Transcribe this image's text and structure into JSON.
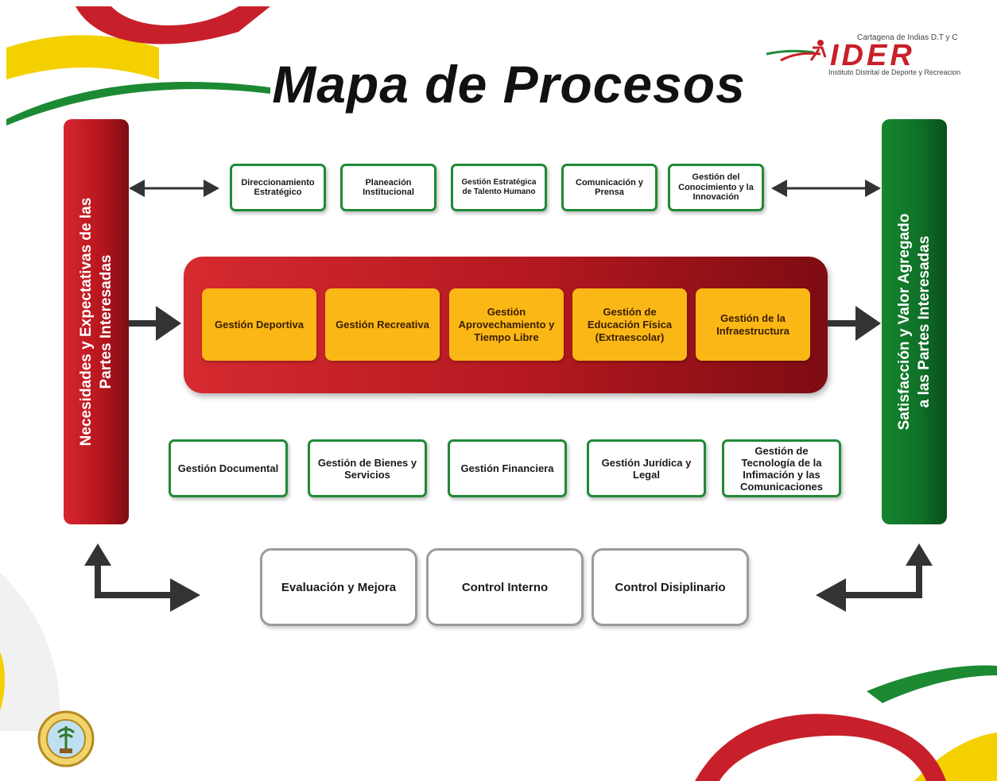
{
  "title": "Mapa de Procesos",
  "logo": {
    "top_text": "Cartagena de Indias D.T y C",
    "brand": "IDER",
    "bottom_text": "Instituto Distrital de Deporte y Recreacion"
  },
  "left_bar": {
    "line1": "Necesidades y Expectativas de las",
    "line2": "Partes Interesadas"
  },
  "right_bar": {
    "line1": "Satisfacción y Valor Agregado",
    "line2": "a las Partes Interesadas"
  },
  "strategic": [
    "Direccionamiento Estratégico",
    "Planeación Institucional",
    "Gestión Estratégica de Talento Humano",
    "Comunicación y Prensa",
    "Gestión del Conocimiento y la Innovación"
  ],
  "core": [
    "Gestión Deportiva",
    "Gestión Recreativa",
    "Gestión Aprovechamiento y Tiempo Libre",
    "Gestión de Educación Física (Extraescolar)",
    "Gestión de la Infraestructura"
  ],
  "support": [
    "Gestión Documental",
    "Gestión de Bienes y Servicios",
    "Gestión Financiera",
    "Gestión Jurídica y Legal",
    "Gestión de Tecnología de la Infimación y las Comunicaciones"
  ],
  "evaluation": [
    "Evaluación y Mejora",
    "Control Interno",
    "Control Disiplinario"
  ],
  "colors": {
    "red": "#c41e25",
    "green": "#1a7d30",
    "yellow": "#fbb716",
    "gray": "#9b9b9b"
  }
}
